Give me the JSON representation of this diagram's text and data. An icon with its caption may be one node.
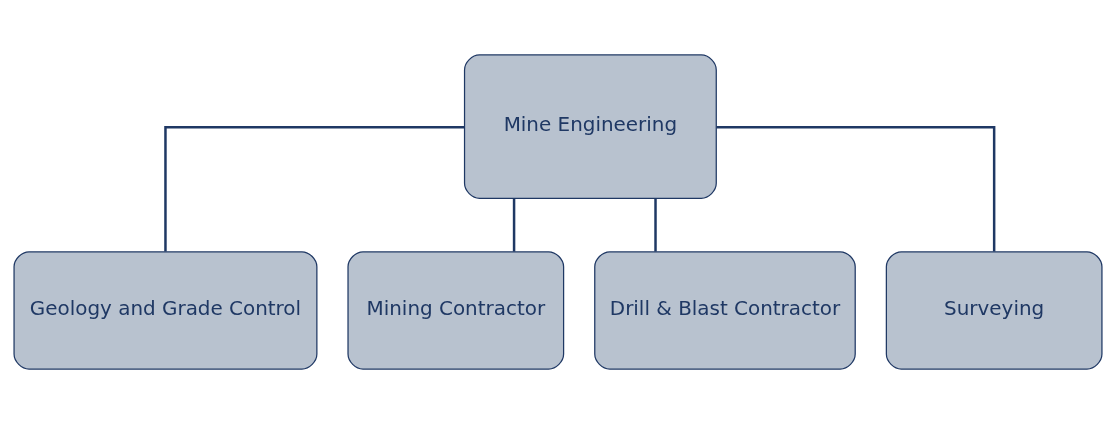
{
  "diagram": {
    "nodes": [
      {
        "text": [
          "Mine Engineering"
        ]
      },
      {
        "text": [
          "Geology and Grade Control"
        ]
      },
      {
        "text": [
          "Mining Contractor"
        ]
      },
      {
        "text": [
          "Drill & Blast Contractor"
        ]
      },
      {
        "text": [
          "Surveying"
        ]
      }
    ],
    "edges": [
      {
        "from": 0,
        "to": 1,
        "arrow": "none"
      },
      {
        "from": 0,
        "to": 2,
        "arrow": "none"
      },
      {
        "from": 0,
        "to": 3,
        "arrow": "none"
      },
      {
        "from": 0,
        "to": 4,
        "arrow": "none"
      }
    ]
  }
}
